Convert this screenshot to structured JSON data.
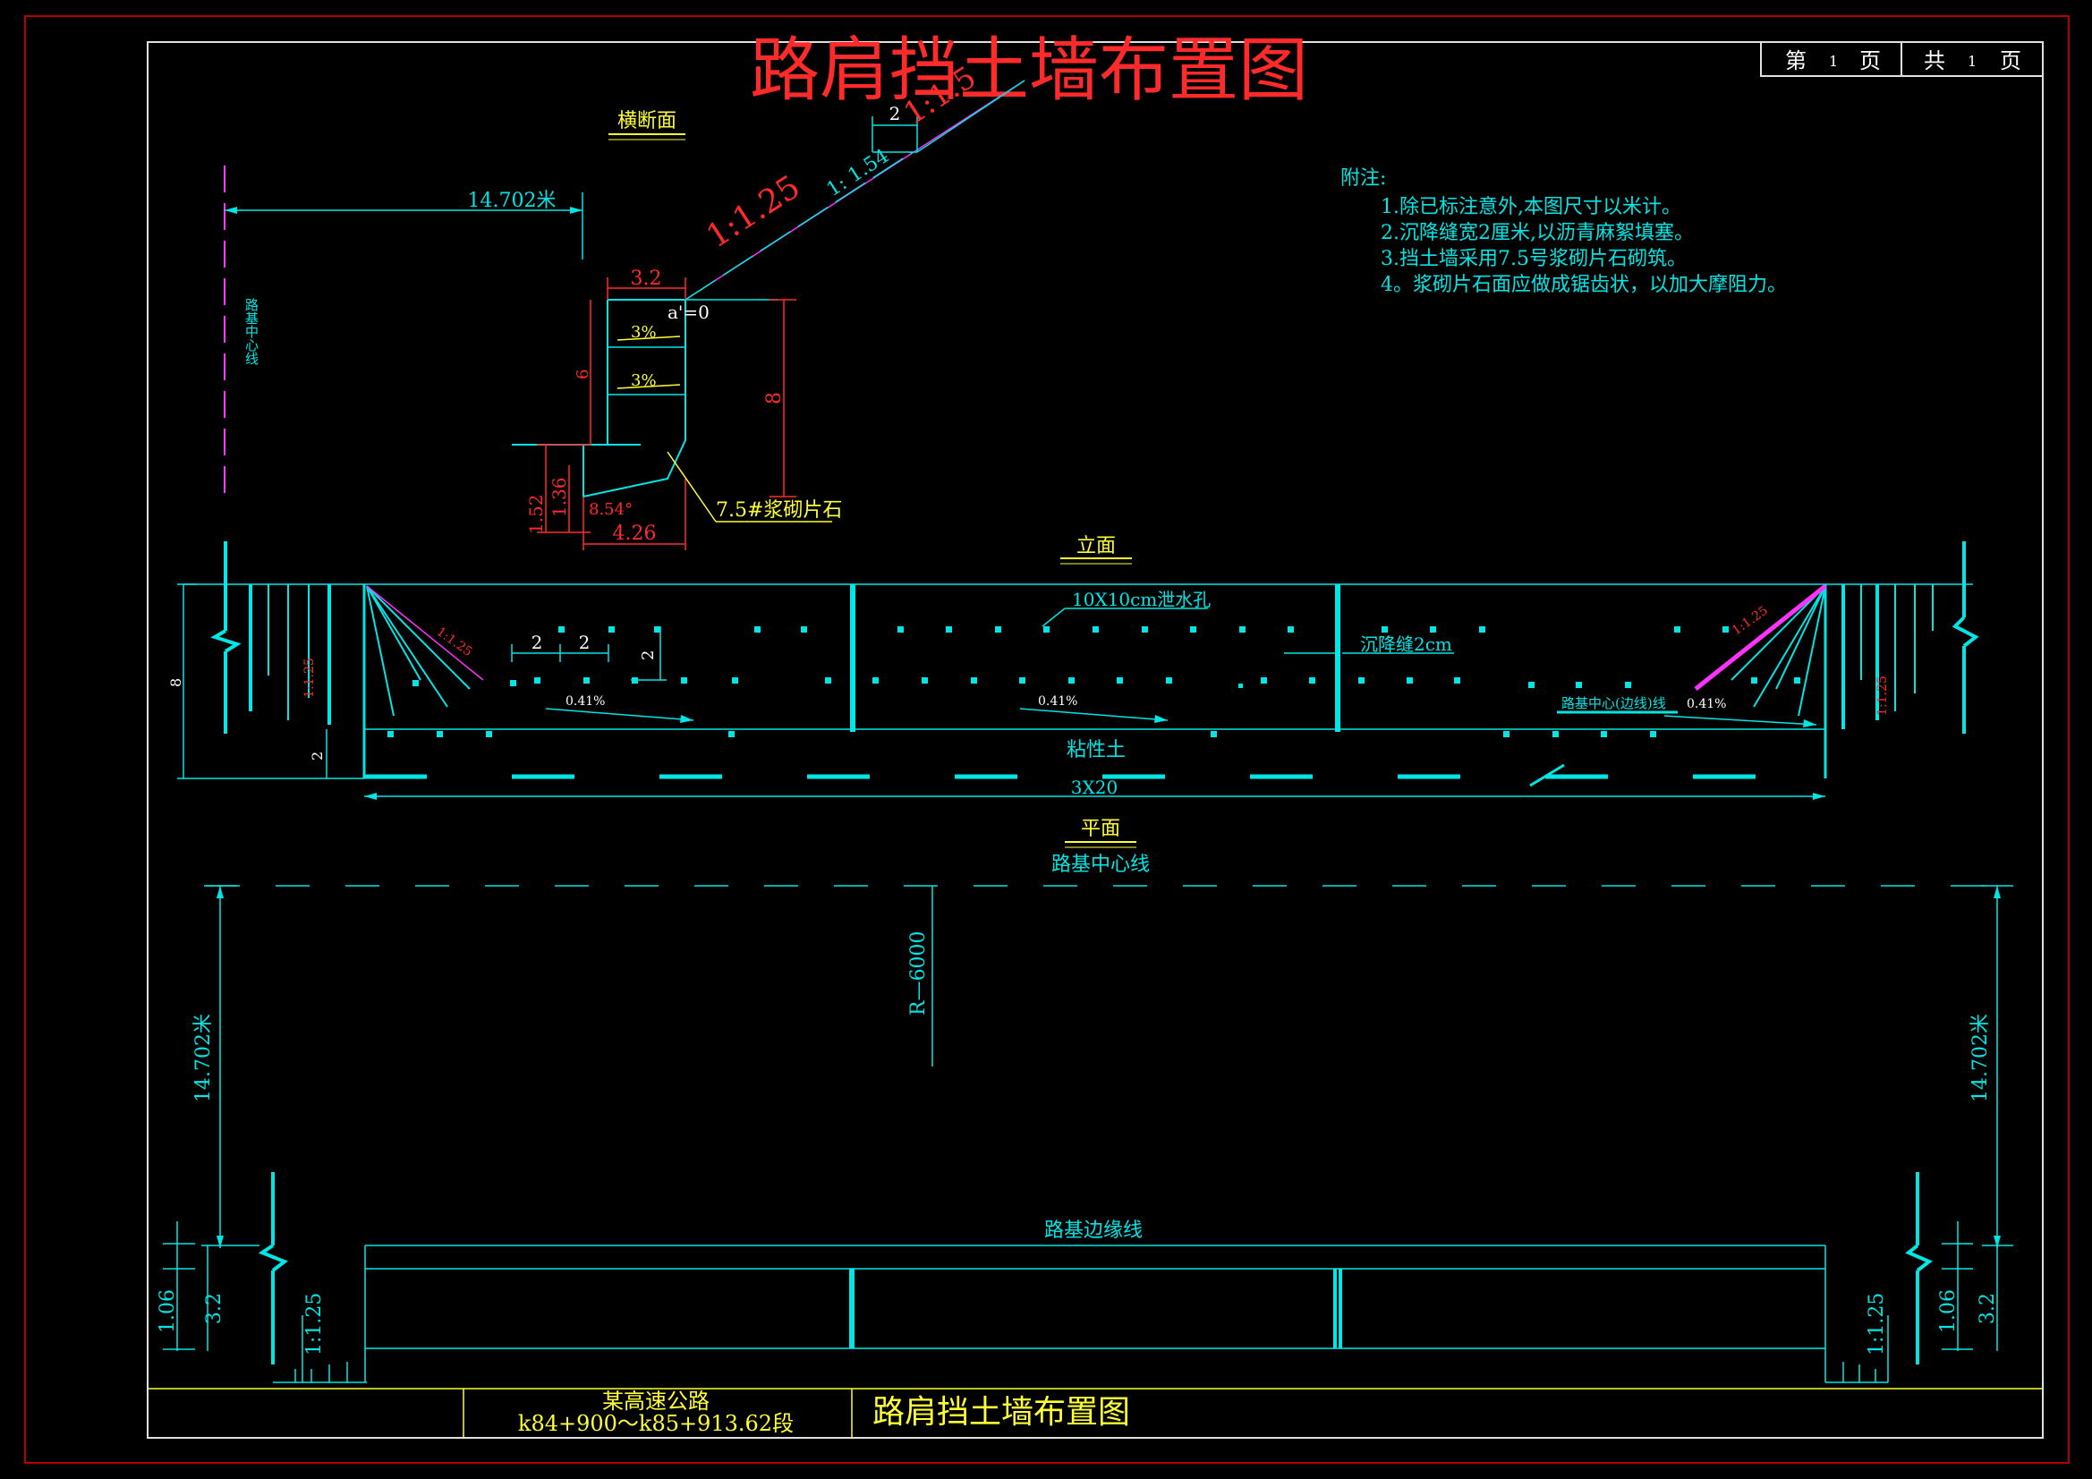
{
  "title": "路肩挡土墙布置图",
  "page_box": {
    "page_label": "第",
    "page_no": "1",
    "page_unit": "页",
    "total_label": "共",
    "total_no": "1",
    "total_unit": "页"
  },
  "notes": {
    "heading": "附注:",
    "items": [
      "1.除已标注意外,本图尺寸以米计。",
      "2.沉降缝宽2厘米,以沥青麻絮填塞。",
      "3.挡土墙采用7.5号浆砌片石砌筑。",
      "4。浆砌片石面应做成锯齿状，以加大摩阻力。"
    ]
  },
  "cross_section": {
    "title": "横断面",
    "distance": "14.702米",
    "centerline": "路基中心线",
    "slope_main": "1:1.25",
    "slope_mid": "1: 1.54",
    "slope_top": "1:1.5",
    "bench_width": "2",
    "top_width": "3.2",
    "angle": "a'=0",
    "grade1": "3%",
    "grade2": "3%",
    "wall_height": "6",
    "total_height": "8",
    "found_h1": "1.52",
    "found_h2": "1.36",
    "found_angle": "8.54°",
    "base_width": "4.26",
    "material": "7.5#浆砌片石"
  },
  "elevation": {
    "title": "立面",
    "drain_holes": "10X10cm泄水孔",
    "settlement_joint": "沉降缝2cm",
    "spacing1": "2",
    "spacing2": "2",
    "spacing_v": "2",
    "height": "8",
    "found_h": "2",
    "slope_left": "1:1.25",
    "slope_diag_left": "1:1.25",
    "slope_diag_right": "1:1.25",
    "slope_right": "1:1.25",
    "grades": [
      "0.41%",
      "0.41%",
      "0.41%"
    ],
    "centerline_label": "路基中心(边线)线",
    "soil": "粘性土",
    "length": "3X20"
  },
  "plan": {
    "title": "平面",
    "centerline": "路基中心线",
    "radius": "R—6000",
    "distance_left": "14.702米",
    "distance_right": "14.702米",
    "edge_line": "路基边缘线",
    "left_d1": "1.06",
    "left_d2": "3.2",
    "left_slope": "1:1.25",
    "right_d1": "1.06",
    "right_d2": "3.2",
    "right_slope": "1:1.25"
  },
  "title_block": {
    "project": "某高速公路",
    "section": "k84+900～k85+913.62段",
    "drawing_name": "路肩挡土墙布置图"
  },
  "colors": {
    "background": "#000000",
    "cyan": "#00e5e5",
    "red": "#ff2a2a",
    "yellow": "#ffff33",
    "magenta": "#ff33ff",
    "white": "#ffffff",
    "frame_red": "#b00000"
  }
}
